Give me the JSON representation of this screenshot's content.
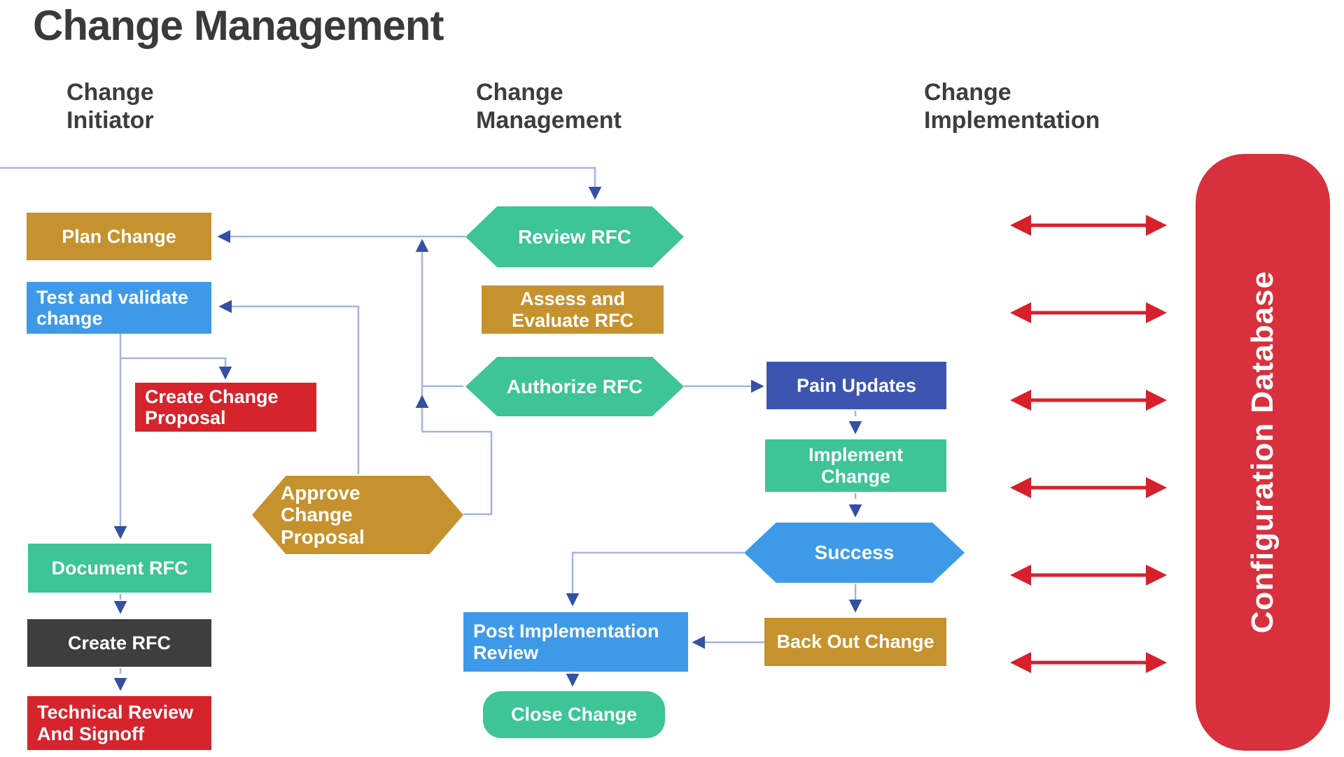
{
  "title": "Change Management",
  "columns": {
    "initiator": "Change Initiator",
    "management": "Change Management",
    "implementation": "Change Implementation"
  },
  "nodes": {
    "plan_change": {
      "label": "Plan Change"
    },
    "test_validate": {
      "label": "Test and validate change"
    },
    "create_change_proposal": {
      "label": "Create Change Proposal"
    },
    "document_rfc": {
      "label": "Document RFC"
    },
    "create_rfc": {
      "label": "Create RFC"
    },
    "technical_review": {
      "label": "Technical Review And Signoff"
    },
    "review_rfc": {
      "label": "Review RFC"
    },
    "assess_evaluate": {
      "label": "Assess and Evaluate RFC"
    },
    "authorize_rfc": {
      "label": "Authorize RFC"
    },
    "approve_change_proposal": {
      "label": "Approve Change Proposal"
    },
    "post_implementation_review": {
      "label": "Post Implementation Review"
    },
    "close_change": {
      "label": "Close Change"
    },
    "pain_updates": {
      "label": "Pain Updates"
    },
    "implement_change": {
      "label": "Implement Change"
    },
    "success": {
      "label": "Success"
    },
    "back_out_change": {
      "label": "Back Out Change"
    },
    "configuration_database": {
      "label": "Configuration Database"
    }
  },
  "colors": {
    "gold": "#C6922E",
    "teal": "#3DC497",
    "blue": "#3E9AE8",
    "red": "#D5242C",
    "dark_gray": "#3E3E3E",
    "indigo": "#3C55B0",
    "config_red": "#D8303C",
    "connector": "#A7B5DC",
    "arrowhead": "#3350A5",
    "sync_arrow_red": "#D8202C"
  }
}
